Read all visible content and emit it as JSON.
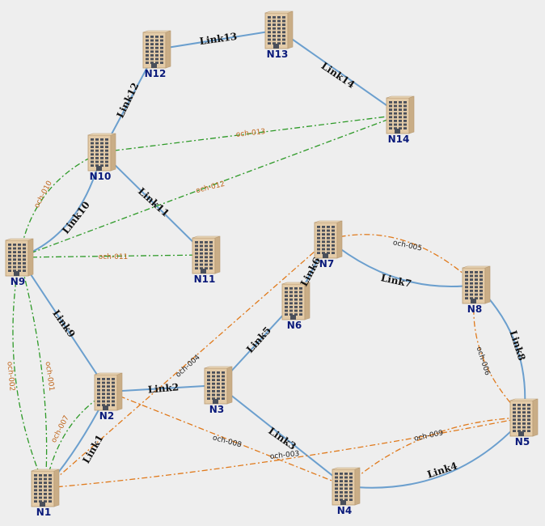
{
  "colors": {
    "background": "#eeeeee",
    "physical_link": "#6b9fce",
    "och_green": "#2e9a28",
    "och_orange": "#e07a1c",
    "och_orange_text": "#c0651a",
    "och_dark_text": "#222222",
    "node_label": "#0a1a7a",
    "building": "#e3cba8",
    "building_dark": "#c9ad86"
  },
  "nodes": [
    {
      "id": "N1",
      "label": "N1"
    },
    {
      "id": "N2",
      "label": "N2"
    },
    {
      "id": "N3",
      "label": "N3"
    },
    {
      "id": "N4",
      "label": "N4"
    },
    {
      "id": "N5",
      "label": "N5"
    },
    {
      "id": "N6",
      "label": "N6"
    },
    {
      "id": "N7",
      "label": "N7"
    },
    {
      "id": "N8",
      "label": "N8"
    },
    {
      "id": "N9",
      "label": "N9"
    },
    {
      "id": "N10",
      "label": "N10"
    },
    {
      "id": "N11",
      "label": "N11"
    },
    {
      "id": "N12",
      "label": "N12"
    },
    {
      "id": "N13",
      "label": "N13"
    },
    {
      "id": "N14",
      "label": "N14"
    }
  ],
  "links": [
    {
      "label": "Link1",
      "from": "N1",
      "to": "N2"
    },
    {
      "label": "Link2",
      "from": "N2",
      "to": "N3"
    },
    {
      "label": "Link3",
      "from": "N3",
      "to": "N4"
    },
    {
      "label": "Link4",
      "from": "N4",
      "to": "N5"
    },
    {
      "label": "Link5",
      "from": "N3",
      "to": "N6"
    },
    {
      "label": "Link6",
      "from": "N6",
      "to": "N7"
    },
    {
      "label": "Link7",
      "from": "N7",
      "to": "N8"
    },
    {
      "label": "Link8",
      "from": "N8",
      "to": "N5"
    },
    {
      "label": "Link9",
      "from": "N9",
      "to": "N2"
    },
    {
      "label": "Link10",
      "from": "N9",
      "to": "N10"
    },
    {
      "label": "Link11",
      "from": "N10",
      "to": "N11"
    },
    {
      "label": "Link12",
      "from": "N10",
      "to": "N12"
    },
    {
      "label": "Link13",
      "from": "N12",
      "to": "N13"
    },
    {
      "label": "Link14",
      "from": "N13",
      "to": "N14"
    }
  ],
  "och": [
    {
      "label": "och-001",
      "from": "N9",
      "to": "N1",
      "color": "green"
    },
    {
      "label": "och-002",
      "from": "N9",
      "to": "N1",
      "color": "green"
    },
    {
      "label": "och-003",
      "from": "N1",
      "to": "N5",
      "color": "orange"
    },
    {
      "label": "och-004",
      "from": "N1",
      "to": "N7",
      "color": "orange"
    },
    {
      "label": "och-005",
      "from": "N7",
      "to": "N8",
      "color": "orange"
    },
    {
      "label": "och-006",
      "from": "N8",
      "to": "N5",
      "color": "orange"
    },
    {
      "label": "och-007",
      "from": "N2",
      "to": "N1",
      "color": "green"
    },
    {
      "label": "och-008",
      "from": "N2",
      "to": "N4",
      "color": "orange"
    },
    {
      "label": "och-009",
      "from": "N4",
      "to": "N5",
      "color": "orange"
    },
    {
      "label": "och-010",
      "from": "N9",
      "to": "N10",
      "color": "green"
    },
    {
      "label": "och-011",
      "from": "N9",
      "to": "N11",
      "color": "green"
    },
    {
      "label": "och-012",
      "from": "N9",
      "to": "N14",
      "color": "green"
    },
    {
      "label": "och-013",
      "from": "N10",
      "to": "N14",
      "color": "green"
    }
  ]
}
